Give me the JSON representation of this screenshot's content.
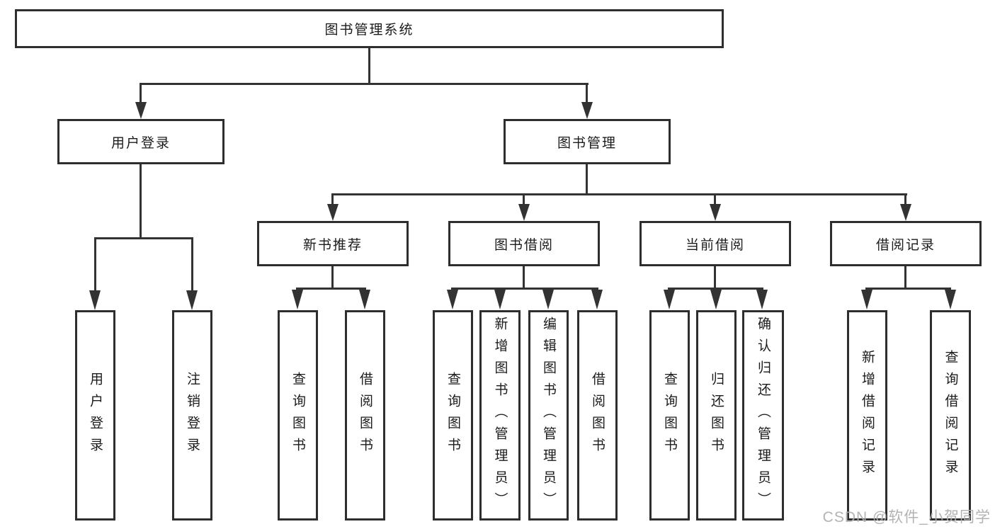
{
  "diagram": {
    "root": "图书管理系统",
    "login": {
      "label": "用户登录",
      "children": [
        "用户登录",
        "注销登录"
      ]
    },
    "mgmt": {
      "label": "图书管理",
      "groups": [
        {
          "label": "新书推荐",
          "children": [
            "查询图书",
            "借阅图书"
          ]
        },
        {
          "label": "图书借阅",
          "children": [
            "查询图书",
            "新增图书（管理员）",
            "编辑图书（管理员）",
            "借阅图书"
          ]
        },
        {
          "label": "当前借阅",
          "children": [
            "查询图书",
            "归还图书",
            "确认归还（管理员）"
          ]
        },
        {
          "label": "借阅记录",
          "children": [
            "新增借阅记录",
            "查询借阅记录"
          ]
        }
      ]
    }
  },
  "watermark": "CSDN @软件_小贺同学"
}
